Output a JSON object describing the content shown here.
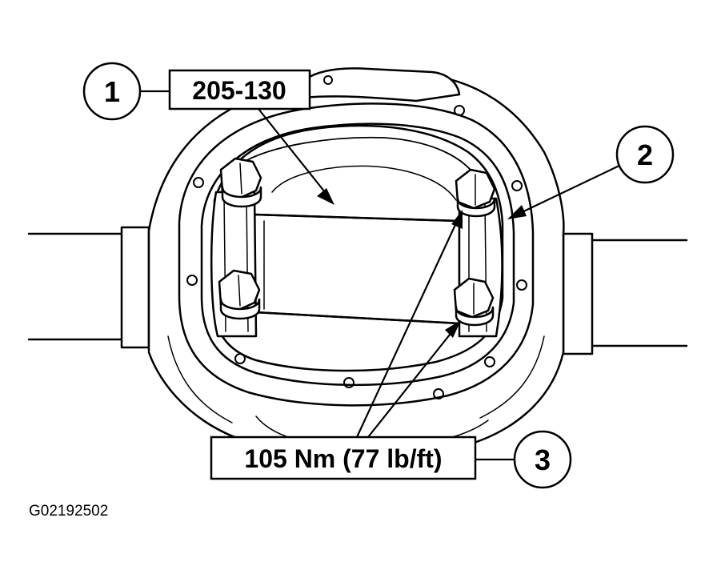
{
  "callouts": {
    "item1": {
      "number": "1",
      "label": "205-130"
    },
    "item2": {
      "number": "2"
    },
    "item3": {
      "number": "3",
      "label": "105 Nm (77 lb/ft)"
    }
  },
  "figure_id": "G02192502",
  "colors": {
    "ink": "#000000",
    "paper": "#ffffff"
  }
}
